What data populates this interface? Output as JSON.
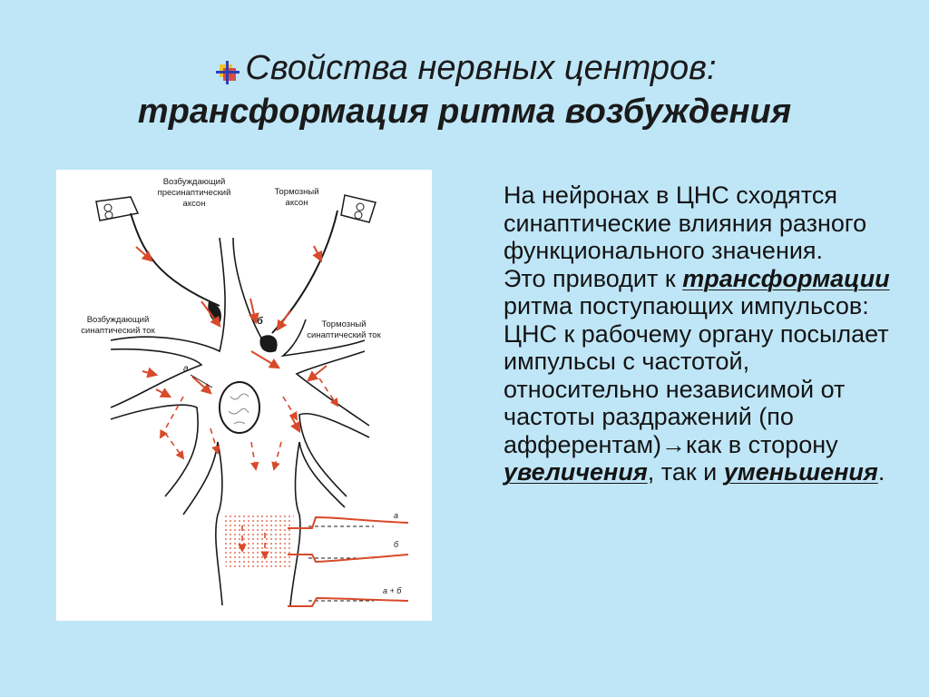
{
  "title": {
    "line1": "Свойства нервных центров:",
    "line2": "трансформация ритма возбуждения",
    "bullet_icon": "square-cross-bullet-icon"
  },
  "figure": {
    "labels": {
      "excitatory_axon": [
        "Возбуждающий",
        "пресинаптический",
        "аксон"
      ],
      "inhibitory_axon": [
        "Тормозный",
        "аксон"
      ],
      "excitatory_current": [
        "Возбуждающий",
        "синаптический ток"
      ],
      "inhibitory_current": [
        "Тормозный",
        "синаптический ток"
      ],
      "mark_a": "а",
      "mark_b": "б",
      "trace_a": "а",
      "trace_b": "б",
      "trace_ab": "а + б"
    },
    "colors": {
      "current": "#d84a2a",
      "line": "#1a1a1a"
    }
  },
  "body": {
    "p1": "На нейронах в ЦНС сходятся синаптические влияния разного функционального значения.",
    "p2_before": "Это приводит к ",
    "p2_emph1": "трансформации",
    "p2_mid": " ритма поступающих импульсов: ЦНС к рабочему органу посылает импульсы с частотой, относительно независимой от частоты раздражений (по афферентам)→как в сторону ",
    "p2_emph2": "увеличения",
    "p2_after": ", так и ",
    "p2_emph3": "уменьшения",
    "p2_end": "."
  }
}
